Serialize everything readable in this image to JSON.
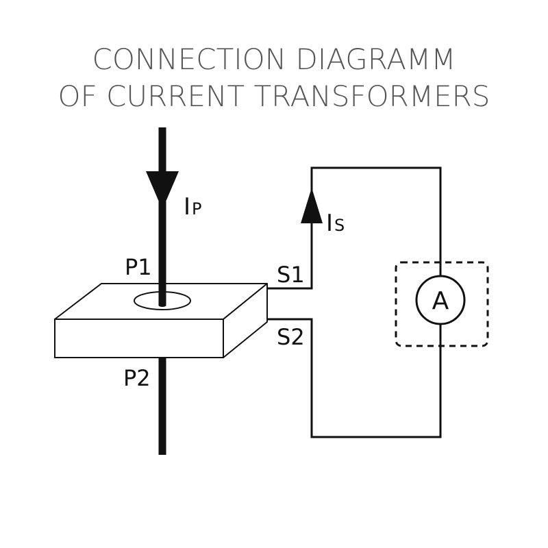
{
  "title": {
    "line1": "CONNECTION DIAGRAMM",
    "line2": "OF CURRENT TRANSFORMERS"
  },
  "labels": {
    "primary_current": {
      "main": "I",
      "sub": "P"
    },
    "secondary_current": {
      "main": "I",
      "sub": "S"
    },
    "p1": "P1",
    "p2": "P2",
    "s1": "S1",
    "s2": "S2",
    "ammeter": "A"
  },
  "colors": {
    "line": "#111111",
    "title": "#555555",
    "background": "#ffffff"
  }
}
